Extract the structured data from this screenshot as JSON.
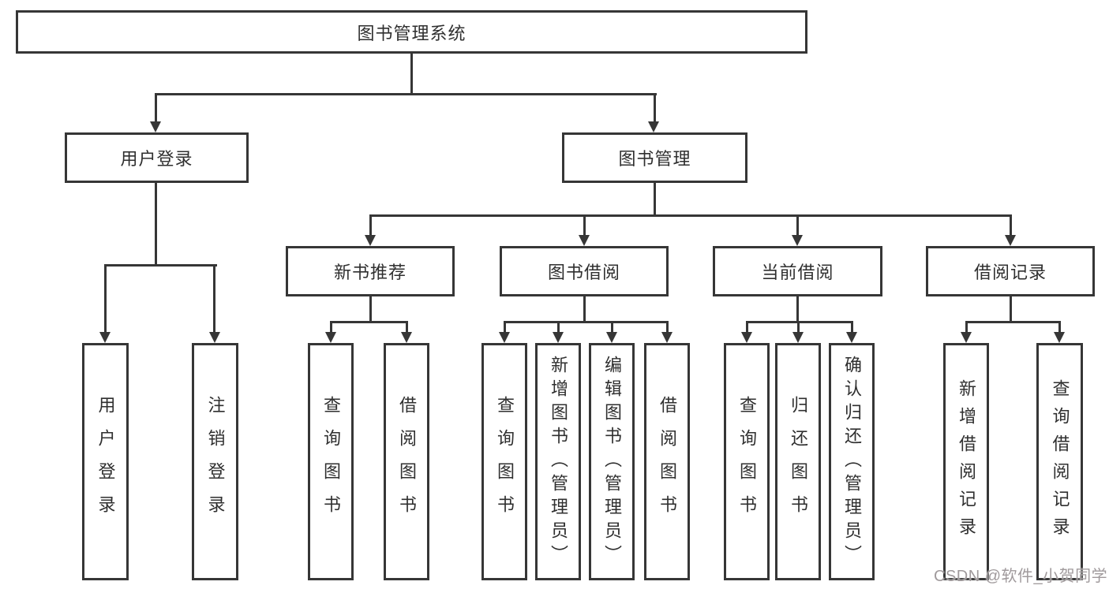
{
  "diagram": {
    "root": "图书管理系统",
    "branches": [
      {
        "label": "用户登录",
        "children": [
          "用户登录",
          "注销登录"
        ]
      },
      {
        "label": "图书管理",
        "sections": [
          {
            "label": "新书推荐",
            "children": [
              "查询图书",
              "借阅图书"
            ]
          },
          {
            "label": "图书借阅",
            "children": [
              "查询图书",
              "新增图书（管理员）",
              "编辑图书（管理员）",
              "借阅图书"
            ]
          },
          {
            "label": "当前借阅",
            "children": [
              "查询图书",
              "归还图书",
              "确认归还（管理员）"
            ]
          },
          {
            "label": "借阅记录",
            "children": [
              "新增借阅记录",
              "查询借阅记录"
            ]
          }
        ]
      }
    ]
  },
  "watermark": {
    "text": "CSDN @软件_小贺同学"
  },
  "colors": {
    "line": "#363636",
    "text": "#2f2f2f",
    "watermark": "#a09a9c",
    "background": "#ffffff"
  }
}
